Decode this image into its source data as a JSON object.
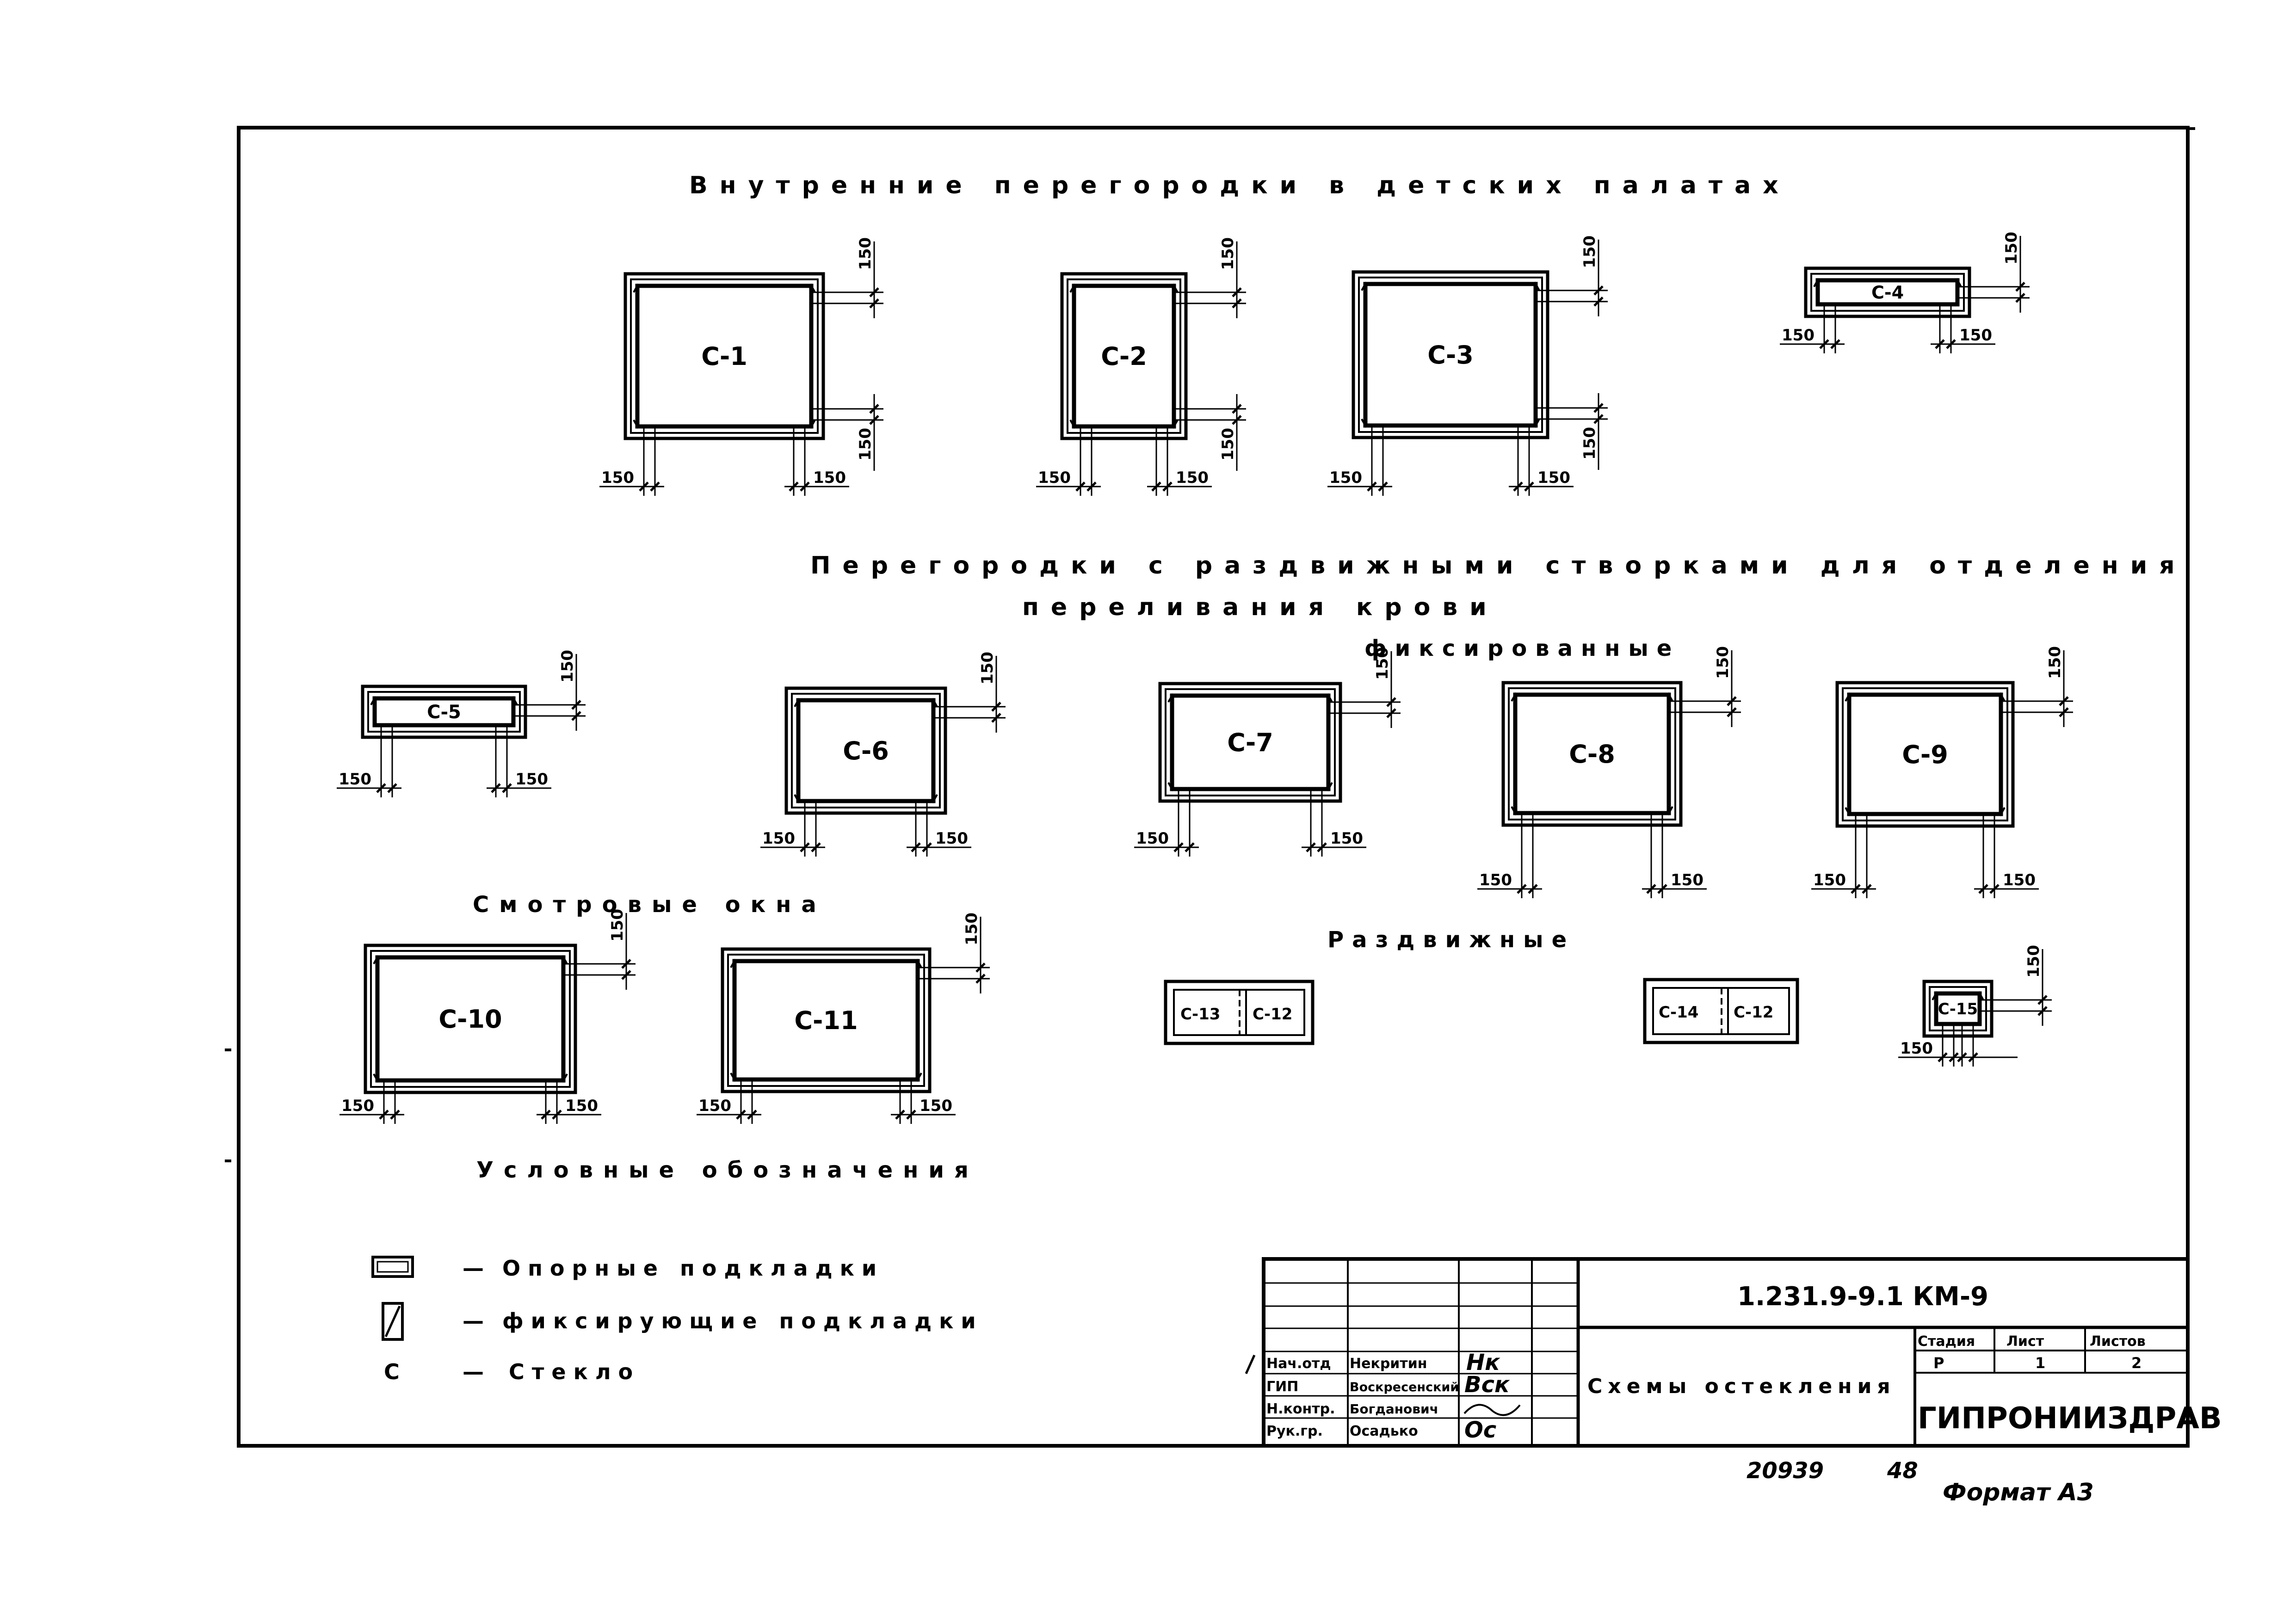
{
  "headings": {
    "internal": "Внутренние перегородки в детских палатах",
    "sliding_line1": "Перегородки с раздвижными створками для отделения",
    "sliding_line2": "переливания крови",
    "fixed": "фиксированные",
    "view_windows": "Смотровые окна",
    "sliding": "Раздвижные",
    "legend": "Условные обозначения"
  },
  "dimension_value": "150",
  "panels": [
    {
      "id": "C1",
      "label": "С-1"
    },
    {
      "id": "C2",
      "label": "С-2"
    },
    {
      "id": "C3",
      "label": "С-3"
    },
    {
      "id": "C4",
      "label": "С-4"
    },
    {
      "id": "C5",
      "label": "С-5"
    },
    {
      "id": "C6",
      "label": "С-6"
    },
    {
      "id": "C7",
      "label": "С-7"
    },
    {
      "id": "C8",
      "label": "С-8"
    },
    {
      "id": "C9",
      "label": "С-9"
    },
    {
      "id": "C10",
      "label": "С-10"
    },
    {
      "id": "C11",
      "label": "С-11"
    },
    {
      "id": "C15",
      "label": "С-15"
    }
  ],
  "sliding_pairs": [
    {
      "left": "С-13",
      "right": "С-12"
    },
    {
      "left": "С-14",
      "right": "С-12"
    }
  ],
  "legend": [
    {
      "symbol": "—",
      "text": "Опорные подкладки"
    },
    {
      "symbol": "—",
      "text": "фиксирующие подкладки"
    },
    {
      "symbol": "С",
      "dash": "—",
      "text": "Стекло"
    }
  ],
  "title_block": {
    "doc_code": "1.231.9-9.1 КМ-9",
    "sheet_title": "Схемы остекления",
    "col_headers": [
      "Стадия",
      "Лист",
      "Листов"
    ],
    "col_values": [
      "Р",
      "1",
      "2"
    ],
    "organization": "ГИПРОНИИЗДРАВ",
    "roles": [
      {
        "role": "Нач.отд",
        "name": "Некритин",
        "signature": "Нк"
      },
      {
        "role": "ГИП",
        "name": "Воскресенский",
        "signature": "Вск"
      },
      {
        "role": "Н.контр.",
        "name": "Богданович",
        "signature": ""
      },
      {
        "role": "Рук.гр.",
        "name": "Осадько",
        "signature": "Ос"
      }
    ]
  },
  "footer": {
    "number": "20939",
    "page": "48",
    "format": "Формат А3"
  }
}
